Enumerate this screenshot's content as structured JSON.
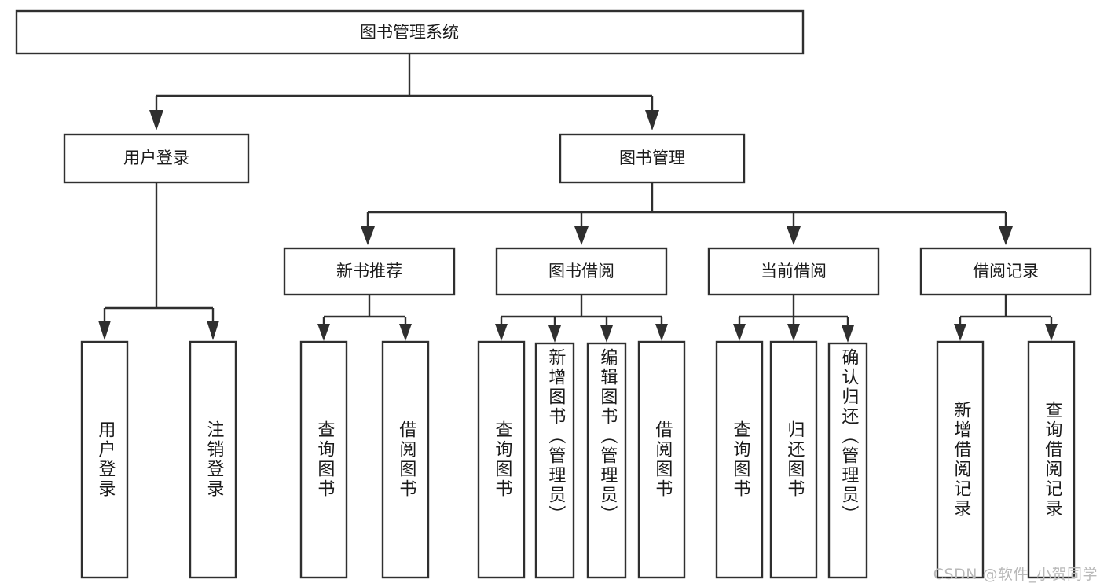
{
  "diagram": {
    "type": "tree",
    "title": "图书管理系统",
    "watermark": "CSDN @软件_小贺同学",
    "colors": {
      "stroke": "#2f2f2f",
      "fill": "#ffffff",
      "text": "#1a1a1a",
      "watermark": "#b9b9b9"
    },
    "levels": {
      "root": {
        "label": "图书管理系统"
      },
      "level2": [
        {
          "label": "用户登录"
        },
        {
          "label": "图书管理"
        }
      ],
      "level3": [
        {
          "label": "新书推荐"
        },
        {
          "label": "图书借阅"
        },
        {
          "label": "当前借阅"
        },
        {
          "label": "借阅记录"
        }
      ],
      "leaves": [
        {
          "label": "用户登录",
          "parent": "用户登录"
        },
        {
          "label": "注销登录",
          "parent": "用户登录"
        },
        {
          "label": "查询图书",
          "parent": "新书推荐"
        },
        {
          "label": "借阅图书",
          "parent": "新书推荐"
        },
        {
          "label": "查询图书",
          "parent": "图书借阅"
        },
        {
          "label": "新增图书（管理员）",
          "parent": "图书借阅"
        },
        {
          "label": "编辑图书（管理员）",
          "parent": "图书借阅"
        },
        {
          "label": "借阅图书",
          "parent": "图书借阅"
        },
        {
          "label": "查询图书",
          "parent": "当前借阅"
        },
        {
          "label": "归还图书",
          "parent": "当前借阅"
        },
        {
          "label": "确认归还（管理员）",
          "parent": "当前借阅"
        },
        {
          "label": "新增借阅记录",
          "parent": "借阅记录"
        },
        {
          "label": "查询借阅记录",
          "parent": "借阅记录"
        }
      ]
    }
  }
}
